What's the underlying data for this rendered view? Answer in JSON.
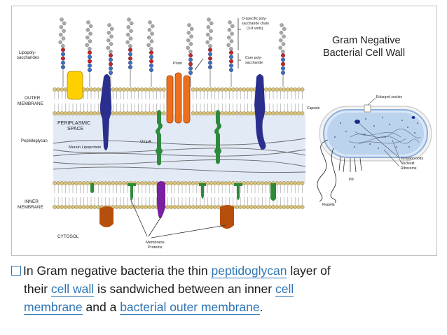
{
  "diagram": {
    "title_line1": "Gram Negative",
    "title_line2": "Bacterial Cell Wall",
    "labels": {
      "lipopolysaccharides_1": "Lipopoly-",
      "lipopolysaccharides_2": "saccharides",
      "o_specific_1": "O-specific poly-",
      "o_specific_2": "saccharide chain",
      "o_specific_3": "(3-8 units)",
      "core_1": "Core poly-",
      "core_2": "saccharide",
      "porin": "Porin",
      "outer_membrane_1": "OUTER",
      "outer_membrane_2": "MEMBRANE",
      "periplasmic_1": "PERIPLASMIC",
      "periplasmic_2": "SPACE",
      "peptidoglycan": "Peptidoglycan",
      "murein": "Murein Lipoprotein",
      "ompa": "OmpA",
      "inner_membrane_1": "INNER",
      "inner_membrane_2": "MEMBRANE",
      "cytosol": "CYTOSOL",
      "membrane_proteins_1": "Membrane",
      "membrane_proteins_2": "Proteins",
      "enlarged_section": "Enlarged section",
      "capsule": "Capsule",
      "inclusion_body": "Inclusion body",
      "nucleoid": "Nucleoid",
      "ribosome": "Ribosome",
      "pili": "Pili",
      "flagella": "Flagella"
    },
    "colors": {
      "lps_bead": "#a7a7a7",
      "lps_red": "#c8222a",
      "lps_blue": "#3c6ec8",
      "head_outer": "#d8c27a",
      "head_outer_line": "#8a7a48",
      "periplasm": "#e2eaf6",
      "porin": "#ee6f1b",
      "transmembrane": "#2a2f8e",
      "lipoprotein": "#ffd000",
      "ompa": "#2e8b3c",
      "inner_purple": "#7a1fa2",
      "cytosol_brown": "#b64f0b",
      "cell_fill": "#bcd3ee",
      "cell_edge": "#8cb0dc"
    }
  },
  "caption": {
    "part1": "In Gram negative bacteria the thin ",
    "link_peptidoglycan": "peptidoglycan",
    "part2": " layer of",
    "part3": "their ",
    "link_cell_wall": "cell wall",
    "part4": " is sandwiched between an inner ",
    "link_cell": "cell",
    "link_membrane": "membrane",
    "part5": " and a ",
    "link_outer": "bacterial outer membrane",
    "part6": "."
  }
}
